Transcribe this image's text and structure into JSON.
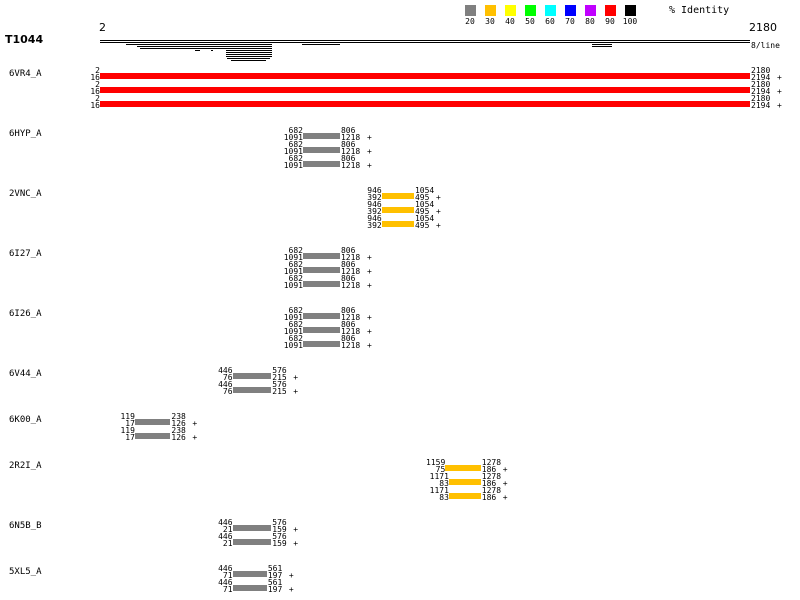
{
  "legend": {
    "title": "% Identity",
    "items": [
      {
        "label": "20",
        "color": "#808080"
      },
      {
        "label": "30",
        "color": "#ffc000"
      },
      {
        "label": "40",
        "color": "#ffff00"
      },
      {
        "label": "50",
        "color": "#00ff00"
      },
      {
        "label": "60",
        "color": "#00ffff"
      },
      {
        "label": "70",
        "color": "#0000ff"
      },
      {
        "label": "80",
        "color": "#c000ff"
      },
      {
        "label": "90",
        "color": "#ff0000"
      },
      {
        "label": "100",
        "color": "#000000"
      }
    ]
  },
  "query": {
    "name": "T1044",
    "start": "2",
    "end": "2180",
    "scale_note": "8/line",
    "range": [
      2,
      2180
    ]
  },
  "hits": [
    {
      "name": "6VR4_A",
      "color": "#ff0000",
      "aligns": [
        {
          "qs": "2",
          "qe": "2180",
          "ss": "16",
          "se": "2194",
          "strand": "+"
        },
        {
          "qs": "2",
          "qe": "2180",
          "ss": "16",
          "se": "2194",
          "strand": "+"
        },
        {
          "qs": "2",
          "qe": "2180",
          "ss": "16",
          "se": "2194",
          "strand": "+"
        }
      ]
    },
    {
      "name": "6HYP_A",
      "color": "#808080",
      "aligns": [
        {
          "qs": "682",
          "qe": "806",
          "ss": "1091",
          "se": "1218",
          "strand": "+"
        },
        {
          "qs": "682",
          "qe": "806",
          "ss": "1091",
          "se": "1218",
          "strand": "+"
        },
        {
          "qs": "682",
          "qe": "806",
          "ss": "1091",
          "se": "1218",
          "strand": "+"
        }
      ]
    },
    {
      "name": "2VNC_A",
      "color": "#ffc000",
      "aligns": [
        {
          "qs": "946",
          "qe": "1054",
          "ss": "392",
          "se": "495",
          "strand": "+"
        },
        {
          "qs": "946",
          "qe": "1054",
          "ss": "392",
          "se": "495",
          "strand": "+"
        },
        {
          "qs": "946",
          "qe": "1054",
          "ss": "392",
          "se": "495",
          "strand": "+"
        }
      ]
    },
    {
      "name": "6I27_A",
      "color": "#808080",
      "aligns": [
        {
          "qs": "682",
          "qe": "806",
          "ss": "1091",
          "se": "1218",
          "strand": "+"
        },
        {
          "qs": "682",
          "qe": "806",
          "ss": "1091",
          "se": "1218",
          "strand": "+"
        },
        {
          "qs": "682",
          "qe": "806",
          "ss": "1091",
          "se": "1218",
          "strand": "+"
        }
      ]
    },
    {
      "name": "6I26_A",
      "color": "#808080",
      "aligns": [
        {
          "qs": "682",
          "qe": "806",
          "ss": "1091",
          "se": "1218",
          "strand": "+"
        },
        {
          "qs": "682",
          "qe": "806",
          "ss": "1091",
          "se": "1218",
          "strand": "+"
        },
        {
          "qs": "682",
          "qe": "806",
          "ss": "1091",
          "se": "1218",
          "strand": "+"
        }
      ]
    },
    {
      "name": "6V44_A",
      "color": "#808080",
      "aligns": [
        {
          "qs": "446",
          "qe": "576",
          "ss": "76",
          "se": "215",
          "strand": "+"
        },
        {
          "qs": "446",
          "qe": "576",
          "ss": "76",
          "se": "215",
          "strand": "+"
        }
      ]
    },
    {
      "name": "6K00_A",
      "color": "#808080",
      "aligns": [
        {
          "qs": "119",
          "qe": "238",
          "ss": "17",
          "se": "126",
          "strand": "+"
        },
        {
          "qs": "119",
          "qe": "238",
          "ss": "17",
          "se": "126",
          "strand": "+"
        }
      ]
    },
    {
      "name": "2R2I_A",
      "color": "#ffc000",
      "aligns": [
        {
          "qs": "1159",
          "qe": "1278",
          "ss": "75",
          "se": "186",
          "strand": "+"
        },
        {
          "qs": "1171",
          "qe": "1278",
          "ss": "83",
          "se": "186",
          "strand": "+"
        },
        {
          "qs": "1171",
          "qe": "1278",
          "ss": "83",
          "se": "186",
          "strand": "+"
        }
      ]
    },
    {
      "name": "6N5B_B",
      "color": "#808080",
      "aligns": [
        {
          "qs": "446",
          "qe": "576",
          "ss": "21",
          "se": "159",
          "strand": "+"
        },
        {
          "qs": "446",
          "qe": "576",
          "ss": "21",
          "se": "159",
          "strand": "+"
        }
      ]
    },
    {
      "name": "5XL5_A",
      "color": "#808080",
      "aligns": [
        {
          "qs": "446",
          "qe": "561",
          "ss": "71",
          "se": "197",
          "strand": "+"
        },
        {
          "qs": "446",
          "qe": "561",
          "ss": "71",
          "se": "197",
          "strand": "+"
        }
      ]
    }
  ]
}
